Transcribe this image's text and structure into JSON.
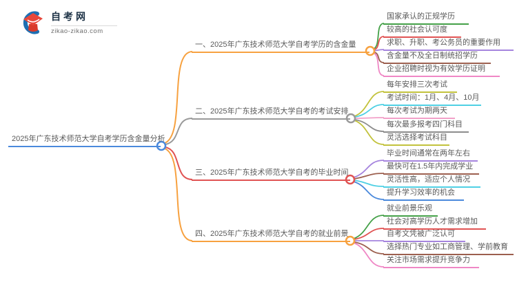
{
  "logo": {
    "title": "自考网",
    "domain": "zikao-zikao.com"
  },
  "root": {
    "label": "2025年广东技术师范大学自考学历含金量分析"
  },
  "branches": [
    {
      "label": "一、2025年广东技术师范大学自考学历的含金量",
      "children": [
        "国家承认的正规学历",
        "较高的社会认可度",
        "求职、升职、考公务员的重要作用",
        "含金量不及全日制统招学历",
        "企业招聘时视为有效学历证明"
      ]
    },
    {
      "label": "二、2025年广东技术师范大学自考的考试安排",
      "children": [
        "每年安排三次考试",
        "考试时间：1月、4月、10月",
        "每次考试为期两天",
        "每次最多报考四门科目",
        "灵活选择考试科目"
      ]
    },
    {
      "label": "三、2025年广东技术师范大学自考的毕业时间",
      "children": [
        "毕业时间通常在两年左右",
        "最快可在1.5年内完成学业",
        "灵活性高，适应个人情况",
        "提升学习效率的机会"
      ]
    },
    {
      "label": "四、2025年广东技术师范大学自考的就业前景",
      "children": [
        "就业前景乐观",
        "社会对高学历人才需求增加",
        "自考文凭被广泛认可",
        "选择热门专业如工商管理、学前教育",
        "关注市场需求提升竞争力"
      ]
    }
  ],
  "colors": {
    "root_line": "#4a89dc",
    "branch1_line": "#f7a13f",
    "branch2_line": "#9a9a9a",
    "branch3_line": "#e05252",
    "branch4_line": "#f7a13f",
    "leaf_green": "#43a047",
    "leaf_red": "#e05252",
    "leaf_purple": "#a584de",
    "leaf_brown": "#9c5f4e",
    "leaf_pink": "#ef87c5",
    "leaf_olive": "#c2c23b",
    "leaf_cyan": "#4ed0e4",
    "leaf_light_pink": "#f2a0c8",
    "leaf_gray": "#8c8c8c",
    "leaf_blue": "#4a89dc",
    "logo_blue": "#1f6fb2",
    "logo_red": "#e8483b",
    "text": "#595959"
  }
}
